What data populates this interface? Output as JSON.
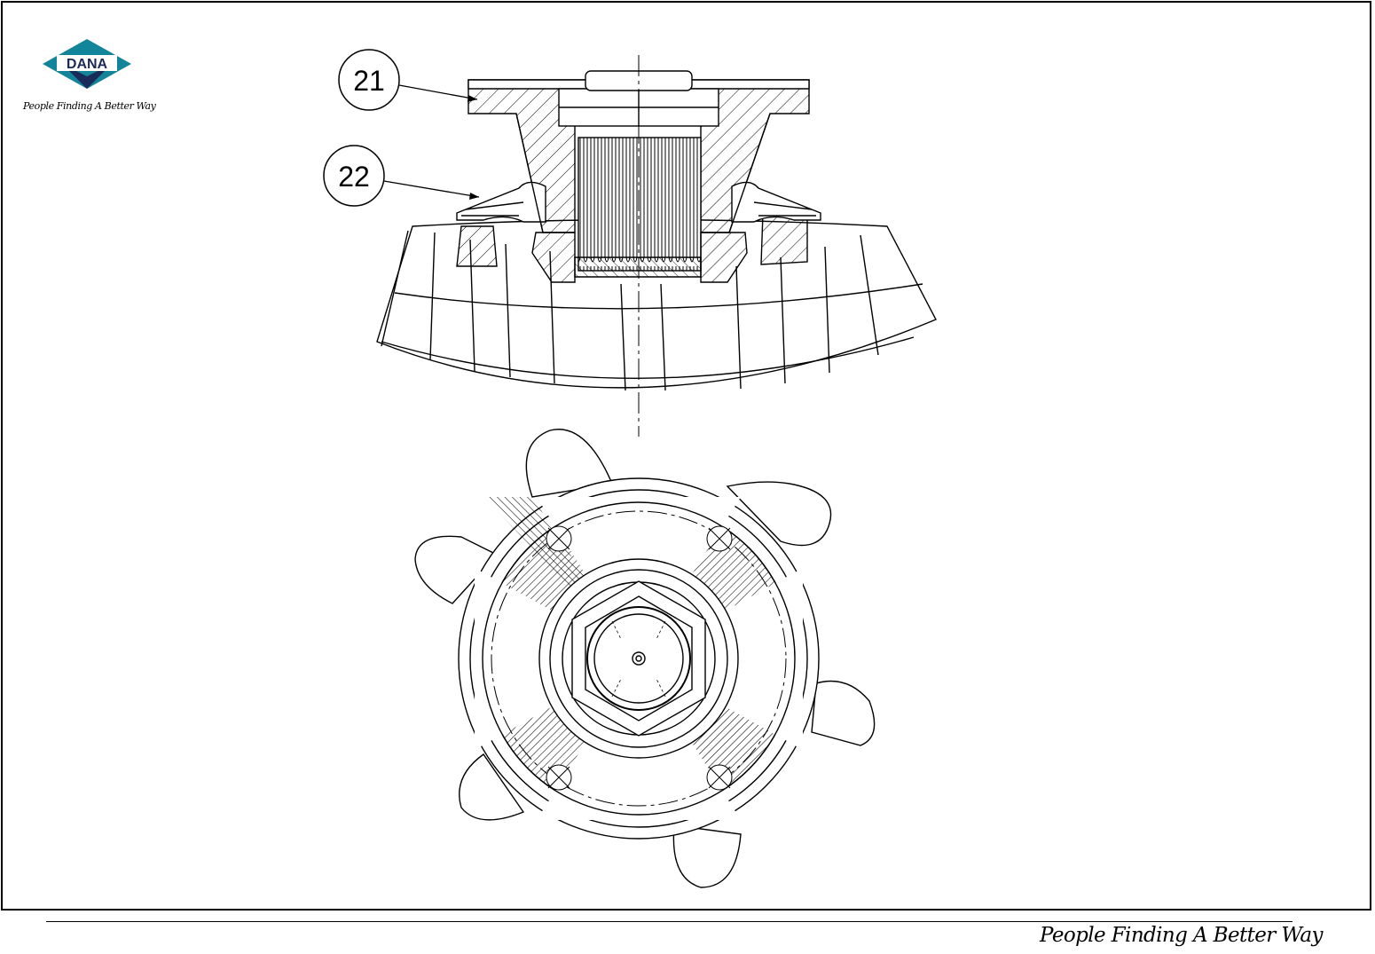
{
  "logo": {
    "name": "DANA",
    "tagline": "People Finding A Better Way"
  },
  "callouts": [
    {
      "number": "21"
    },
    {
      "number": "22"
    }
  ],
  "footer": {
    "tagline": "People Finding A Better Way"
  },
  "colors": {
    "brand_teal": "#13859b",
    "brand_navy": "#1b2b59",
    "ink": "#000000"
  }
}
